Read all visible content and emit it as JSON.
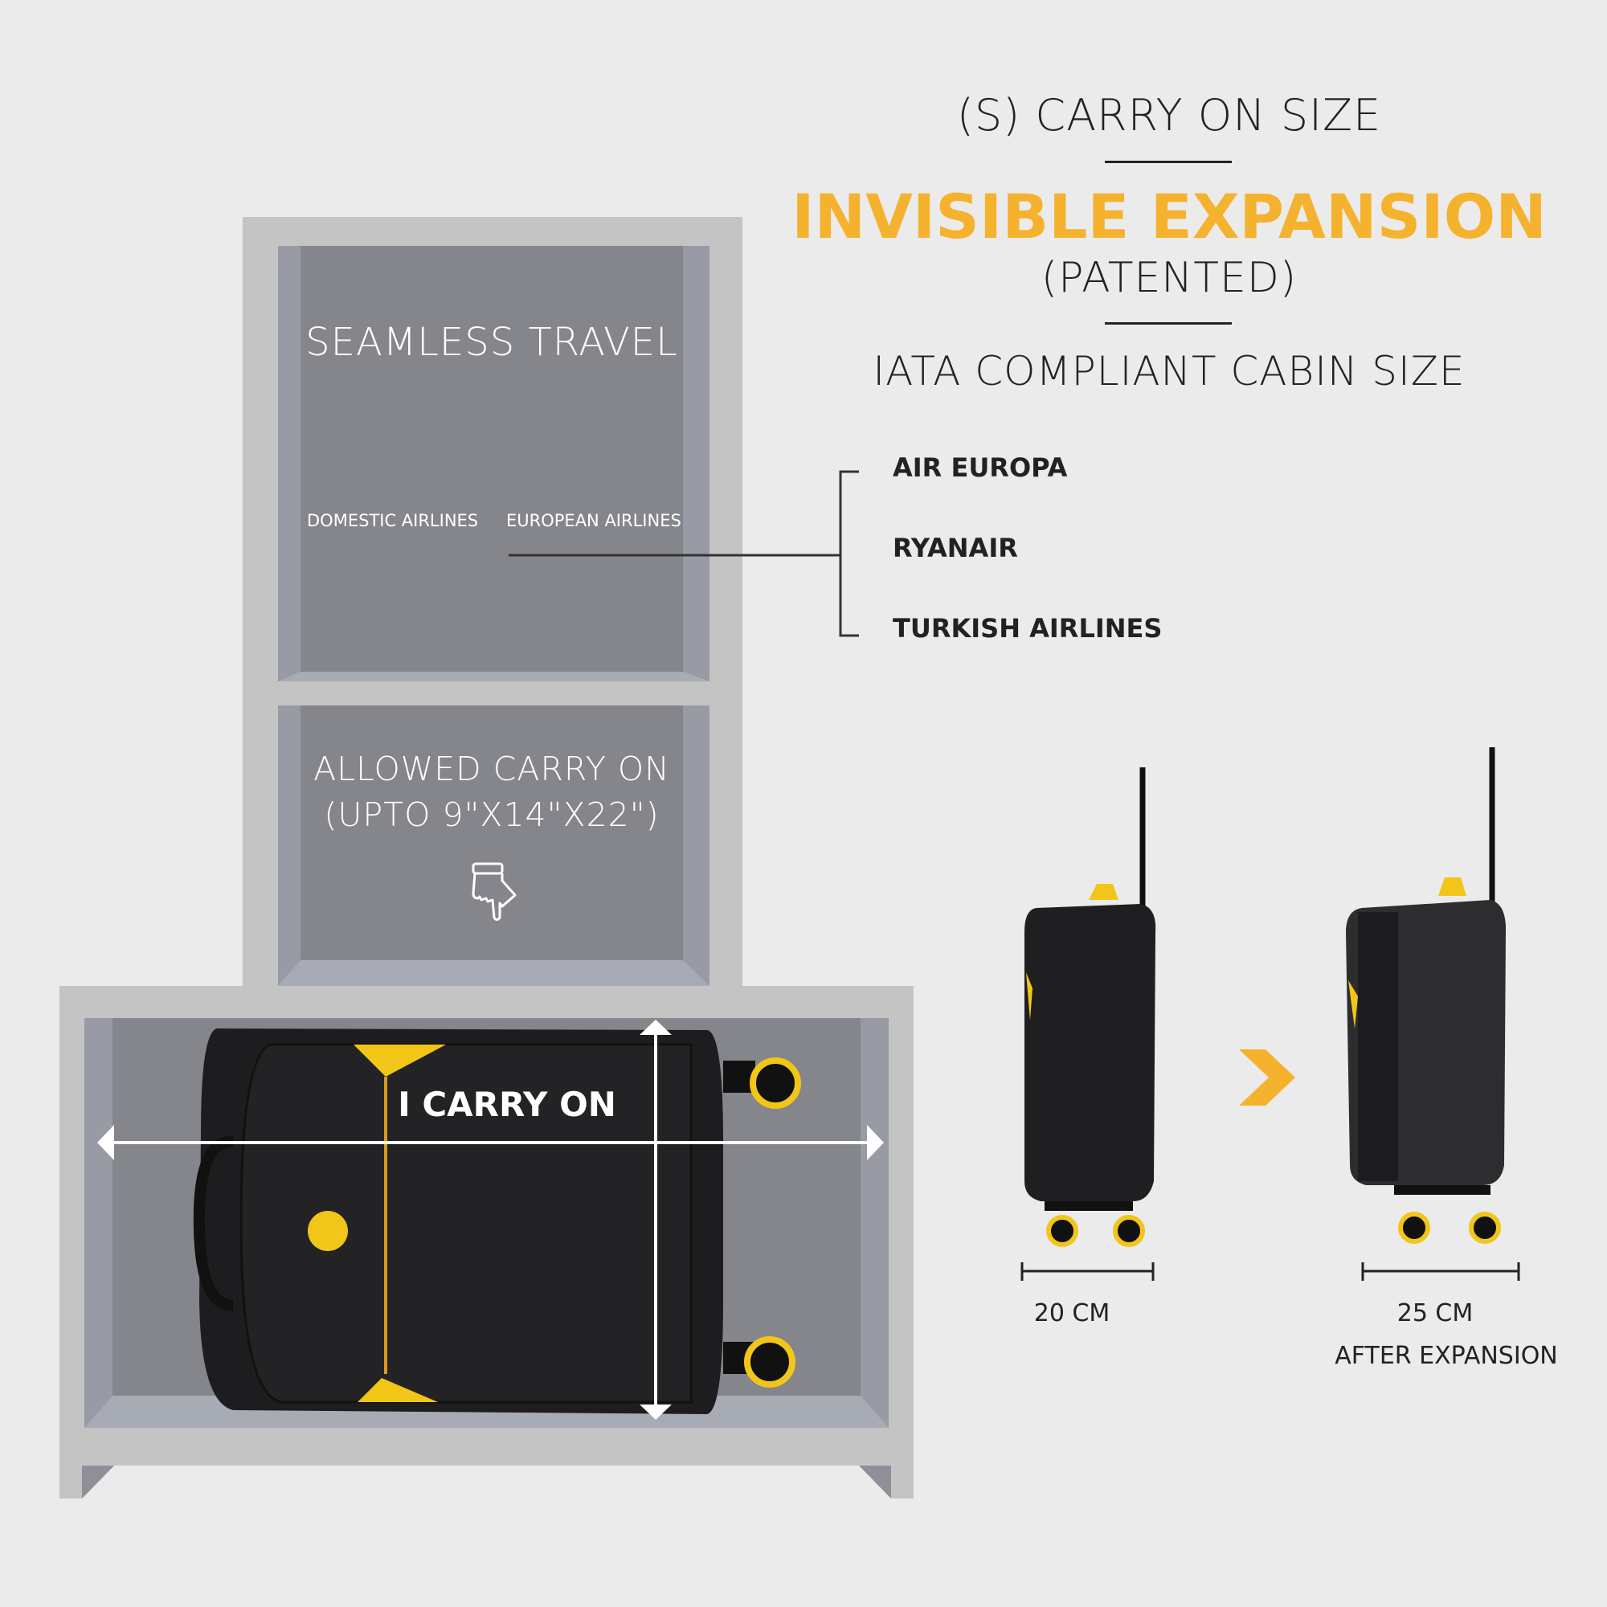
{
  "header": {
    "size_label": "(S) CARRY ON SIZE",
    "feature_title": "INVISIBLE EXPANSION",
    "feature_note": "(PATENTED)",
    "compliance": "IATA COMPLIANT CABIN SIZE"
  },
  "cabinet": {
    "top_title": "SEAMLESS TRAVEL",
    "top_subtitle_left": "DOMESTIC AIRLINES",
    "top_subtitle_right": "EUROPEAN AIRLINES",
    "middle_title": "ALLOWED CARRY ON",
    "middle_dimensions": "(UPTO 9\"X14\"X22\")",
    "middle_icon": "hand-pointing-down-icon",
    "bottom_label": "I CARRY ON"
  },
  "airlines": [
    "AIR EUROPA",
    "RYANAIR",
    "TURKISH AIRLINES"
  ],
  "comparison": {
    "before_width": "20 CM",
    "after_width": "25 CM",
    "after_note": "AFTER EXPANSION",
    "arrow_icon": "chevron-right-icon"
  },
  "colors": {
    "accent": "#F5B22E",
    "background": "#EBEBEB",
    "cabinet_frame": "#C4C4C4",
    "panel": "#85868B",
    "side_panel": "#989BA3"
  }
}
